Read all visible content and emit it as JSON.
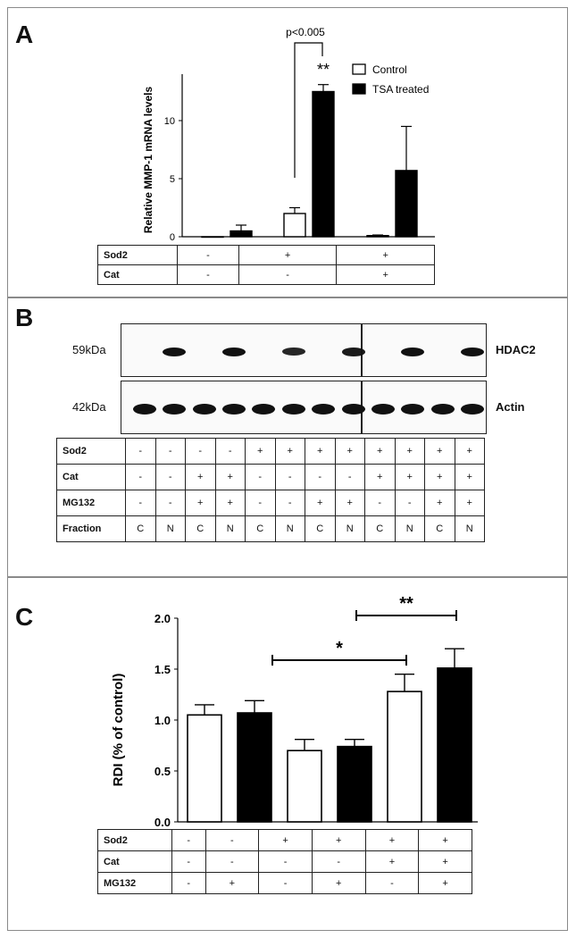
{
  "panels": {
    "a": "A",
    "b": "B",
    "c": "C"
  },
  "chart_data": [
    {
      "type": "bar",
      "ylabel": "Relative MMP-1 mRNA levels",
      "ylim": [
        0,
        14
      ],
      "yticks": [
        "0",
        "5",
        "10"
      ],
      "legend": {
        "placement": "top-right",
        "entries": [
          "Control",
          "TSA treated"
        ]
      },
      "groups": 3,
      "series": [
        {
          "name": "Control",
          "values": [
            0.0,
            2.0,
            0.1
          ],
          "errors": [
            0.0,
            0.5,
            0.05
          ],
          "color": "#ffffff"
        },
        {
          "name": "TSA treated",
          "values": [
            0.5,
            12.5,
            5.7
          ],
          "errors": [
            0.5,
            0.6,
            3.8
          ],
          "color": "#000000"
        }
      ],
      "annotations": {
        "p_value": "p<0.005",
        "stars": "**"
      },
      "table": {
        "rows": [
          {
            "label": "Sod2",
            "cells": [
              "-",
              "+",
              "+"
            ]
          },
          {
            "label": "Cat",
            "cells": [
              "-",
              "-",
              "+"
            ]
          }
        ]
      }
    },
    {
      "type": "bar",
      "ylabel": "RDI (% of control)",
      "ylim": [
        0,
        2.0
      ],
      "yticks": [
        "0.0",
        "0.5",
        "1.0",
        "1.5",
        "2.0"
      ],
      "bars": [
        {
          "value": 1.05,
          "error": 0.1,
          "color": "#ffffff"
        },
        {
          "value": 1.07,
          "error": 0.12,
          "color": "#000000"
        },
        {
          "value": 0.7,
          "error": 0.11,
          "color": "#ffffff"
        },
        {
          "value": 0.74,
          "error": 0.07,
          "color": "#000000"
        },
        {
          "value": 1.28,
          "error": 0.17,
          "color": "#ffffff"
        },
        {
          "value": 1.51,
          "error": 0.19,
          "color": "#000000"
        }
      ],
      "annotations": {
        "single_star": "*",
        "double_star": "**"
      },
      "table": {
        "rows": [
          {
            "label": "Sod2",
            "cells": [
              "-",
              "-",
              "+",
              "+",
              "+",
              "+"
            ]
          },
          {
            "label": "Cat",
            "cells": [
              "-",
              "-",
              "-",
              "-",
              "+",
              "+"
            ]
          },
          {
            "label": "MG132",
            "cells": [
              "-",
              "+",
              "-",
              "+",
              "-",
              "+"
            ]
          }
        ]
      }
    }
  ],
  "blot": {
    "markers": [
      "59kDa",
      "42kDa"
    ],
    "proteins": [
      "HDAC2",
      "Actin"
    ],
    "hdac2_intensity": [
      0,
      1,
      0,
      1,
      0,
      0.8,
      0,
      0.9,
      0,
      1,
      0,
      1
    ],
    "actin_intensity": [
      1,
      1,
      1,
      1,
      1,
      1,
      1,
      1,
      1,
      1,
      1,
      1
    ],
    "table": {
      "rows": [
        {
          "label": "Sod2",
          "cells": [
            "-",
            "-",
            "-",
            "-",
            "+",
            "+",
            "+",
            "+",
            "+",
            "+",
            "+",
            "+"
          ]
        },
        {
          "label": "Cat",
          "cells": [
            "-",
            "-",
            "+",
            "+",
            "-",
            "-",
            "-",
            "-",
            "+",
            "+",
            "+",
            "+"
          ]
        },
        {
          "label": "MG132",
          "cells": [
            "-",
            "-",
            "+",
            "+",
            "-",
            "-",
            "+",
            "+",
            "-",
            "-",
            "+",
            "+"
          ]
        },
        {
          "label": "Fraction",
          "cells": [
            "C",
            "N",
            "C",
            "N",
            "C",
            "N",
            "C",
            "N",
            "C",
            "N",
            "C",
            "N"
          ]
        }
      ]
    }
  }
}
